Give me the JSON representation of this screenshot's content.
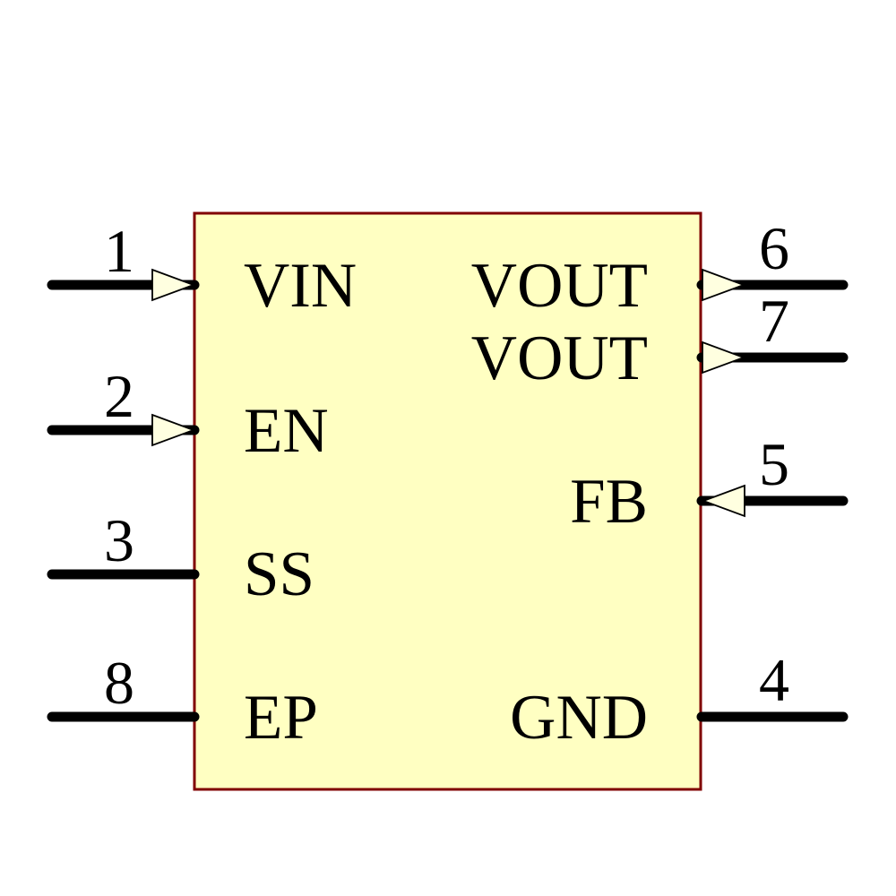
{
  "component": {
    "type": "schematic-symbol",
    "colors": {
      "body_fill": "#FFFFC2",
      "body_border": "#800000",
      "arrow_fill": "#FFFFE0",
      "wire": "#000000",
      "text": "#000000",
      "background": "#FFFFFF"
    }
  },
  "pins": {
    "left": [
      {
        "number": "1",
        "label": "VIN",
        "direction": "input"
      },
      {
        "number": "2",
        "label": "EN",
        "direction": "input"
      },
      {
        "number": "3",
        "label": "SS",
        "direction": "passive"
      },
      {
        "number": "8",
        "label": "EP",
        "direction": "passive"
      }
    ],
    "right": [
      {
        "number": "6",
        "label": "VOUT",
        "direction": "output"
      },
      {
        "number": "7",
        "label": "VOUT",
        "direction": "output"
      },
      {
        "number": "5",
        "label": "FB",
        "direction": "input"
      },
      {
        "number": "4",
        "label": "GND",
        "direction": "passive"
      }
    ]
  }
}
